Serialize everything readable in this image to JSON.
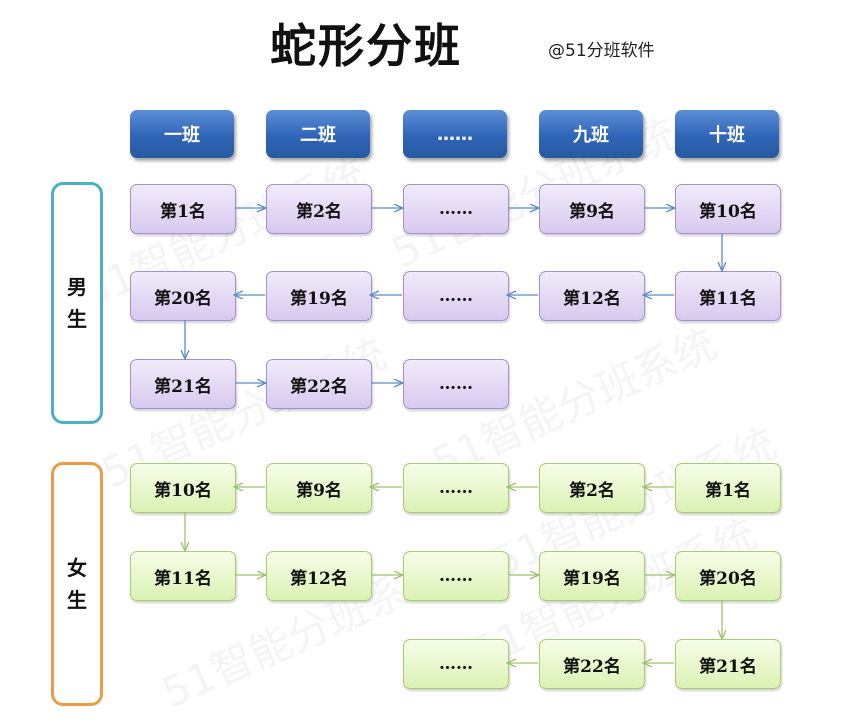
{
  "title": "蛇形分班",
  "subtitle": "@51分班软件",
  "watermark": "51智能分班系统",
  "headers": [
    "一班",
    "二班",
    "……",
    "九班",
    "十班"
  ],
  "sections": {
    "boys": {
      "label": [
        "男",
        "生"
      ],
      "rows": [
        [
          "第1名",
          "第2名",
          "……",
          "第9名",
          "第10名"
        ],
        [
          "第20名",
          "第19名",
          "……",
          "第12名",
          "第11名"
        ],
        [
          "第21名",
          "第22名",
          "……"
        ]
      ]
    },
    "girls": {
      "label": [
        "女",
        "生"
      ],
      "rows": [
        [
          "第10名",
          "第9名",
          "……",
          "第2名",
          "第1名"
        ],
        [
          "第11名",
          "第12名",
          "……",
          "第19名",
          "第20名"
        ],
        [
          "……",
          "第22名",
          "第21名"
        ]
      ]
    }
  },
  "colors": {
    "header": "#2f65b8",
    "boy_fill": "#d8c9ef",
    "girl_fill": "#daf2b3",
    "boy_label_border": "#4ab0c4",
    "girl_label_border": "#ef9a46",
    "arrow": "#5b8cc8"
  }
}
